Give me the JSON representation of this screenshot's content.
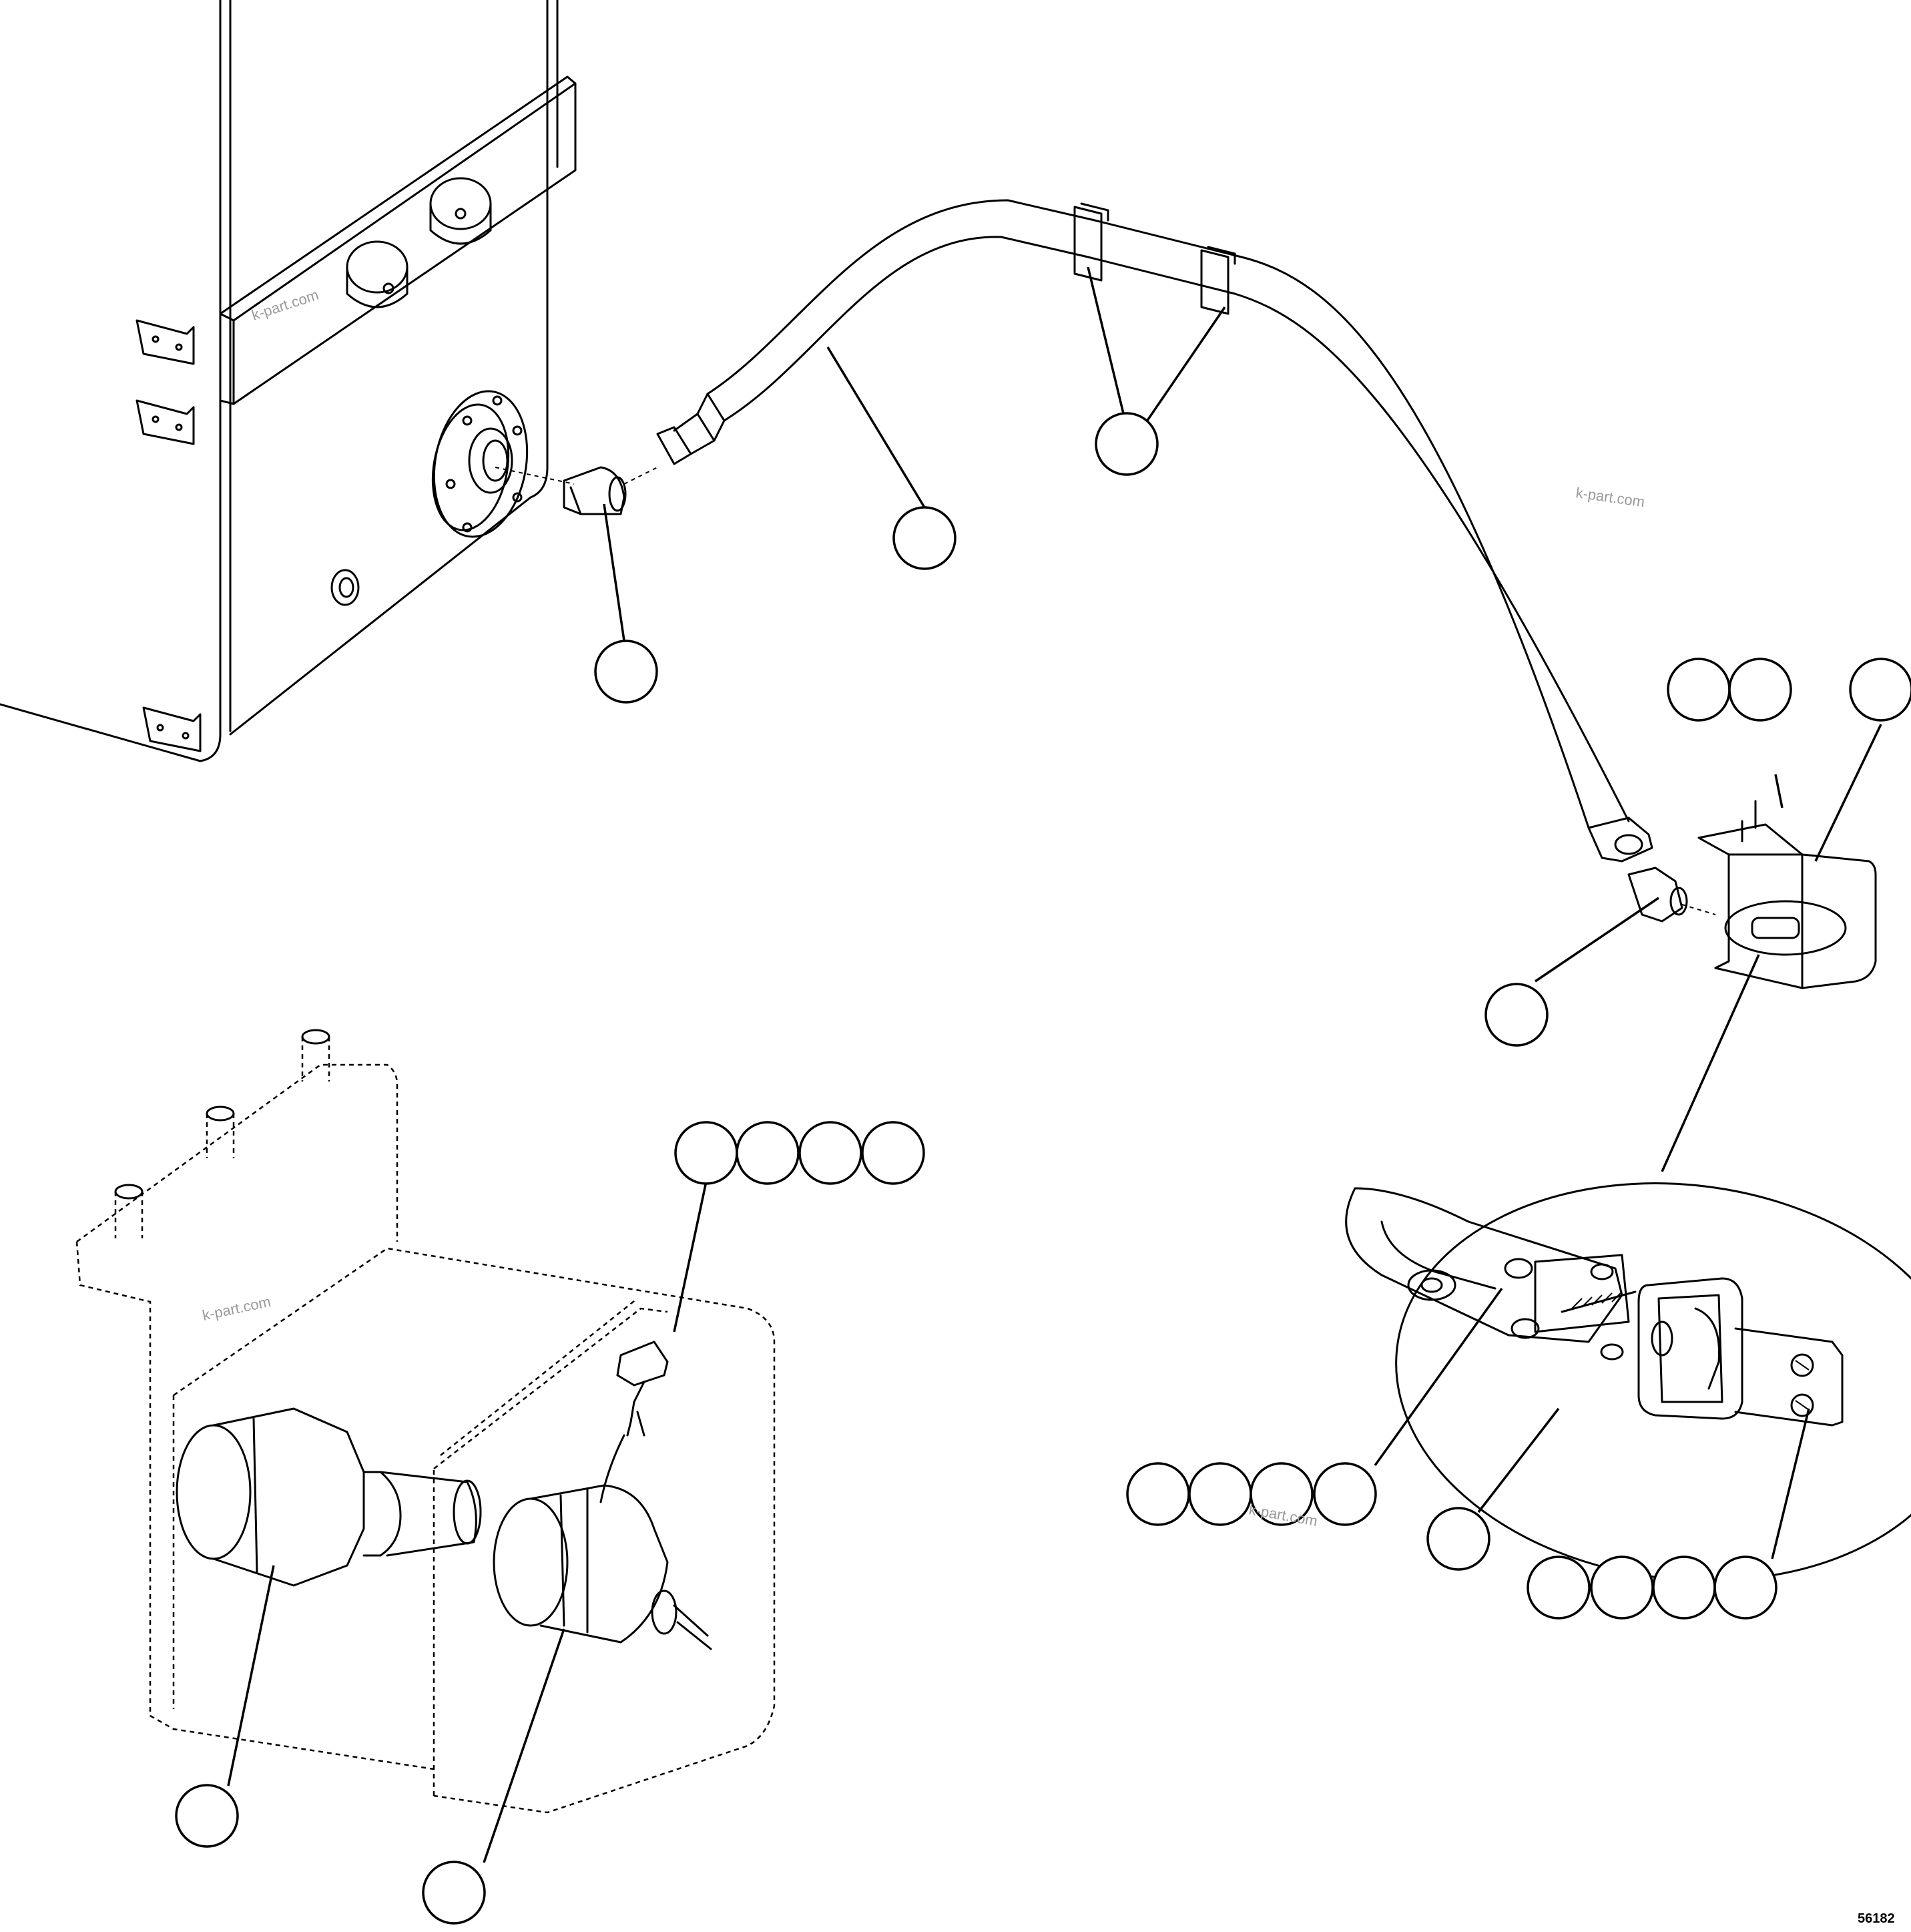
{
  "diagram": {
    "figure_number": "56182",
    "watermarks": [
      "k-part.com",
      "k-part.com",
      "k-part.com",
      "k-part.com"
    ],
    "callouts": [
      {
        "id": "c-fitting-upper",
        "label": ""
      },
      {
        "id": "c-hose",
        "label": ""
      },
      {
        "id": "c-clamps",
        "label": ""
      },
      {
        "id": "c-bracket-a",
        "label": ""
      },
      {
        "id": "c-bracket-b",
        "label": ""
      },
      {
        "id": "c-box",
        "label": ""
      },
      {
        "id": "c-elbow-lower",
        "label": ""
      },
      {
        "id": "c-cap-a",
        "label": ""
      },
      {
        "id": "c-cap-b",
        "label": ""
      },
      {
        "id": "c-cap-c",
        "label": ""
      },
      {
        "id": "c-cap-d",
        "label": ""
      },
      {
        "id": "c-latch-a",
        "label": ""
      },
      {
        "id": "c-latch-b",
        "label": ""
      },
      {
        "id": "c-latch-c",
        "label": ""
      },
      {
        "id": "c-latch-d",
        "label": ""
      },
      {
        "id": "c-latch-pin",
        "label": ""
      },
      {
        "id": "c-screw-a",
        "label": ""
      },
      {
        "id": "c-screw-b",
        "label": ""
      },
      {
        "id": "c-screw-c",
        "label": ""
      },
      {
        "id": "c-screw-d",
        "label": ""
      },
      {
        "id": "c-adapter",
        "label": ""
      },
      {
        "id": "c-coupler",
        "label": ""
      }
    ]
  }
}
